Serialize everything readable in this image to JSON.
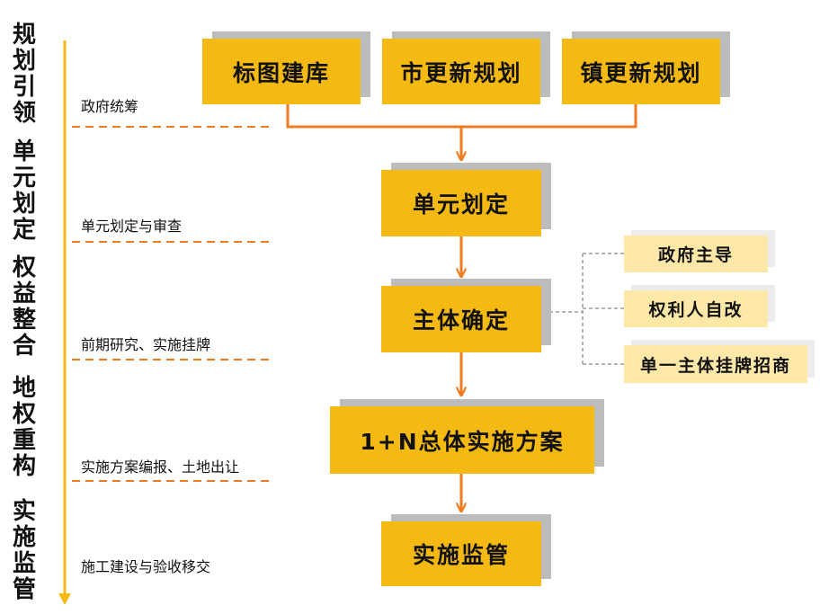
{
  "stages": [
    {
      "title": "规划引领",
      "note": "政府统筹"
    },
    {
      "title": "单元划定",
      "note": "单元划定与审查"
    },
    {
      "title": "权益整合",
      "note": "前期研究、实施挂牌"
    },
    {
      "title": "地权重构",
      "note": "实施方案编报、土地出让"
    },
    {
      "title": "实施监管",
      "note": "施工建设与验收移交"
    }
  ],
  "top_boxes": [
    "标图建库",
    "市更新规划",
    "镇更新规划"
  ],
  "flow_boxes": [
    "单元划定",
    "主体确定",
    "1+N总体实施方案",
    "实施监管"
  ],
  "subject_options": [
    "政府主导",
    "权利人自改",
    "单一主体挂牌招商"
  ],
  "colors": {
    "box_fill": "#f4b912",
    "box_shadow": "#bcbcbc",
    "option_fill": "#fde8a8",
    "arrow": "#f07a1f",
    "dashed_divider": "#f07a1f",
    "timeline": "#f4b912"
  }
}
